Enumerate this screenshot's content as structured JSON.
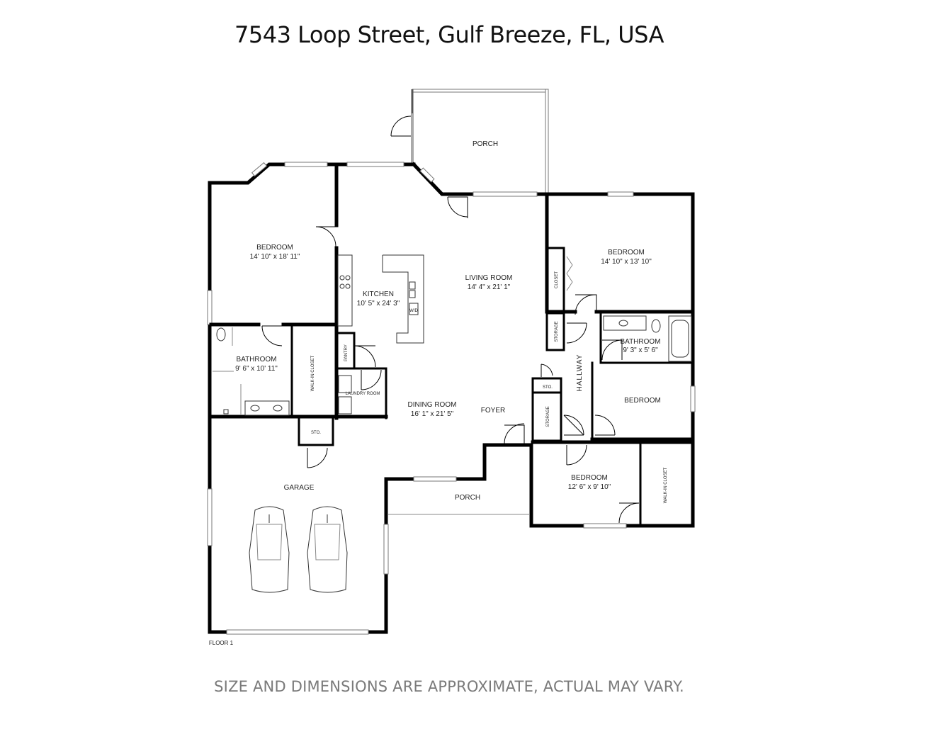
{
  "title": "7543 Loop Street, Gulf Breeze, FL, USA",
  "disclaimer": "SIZE AND DIMENSIONS ARE APPROXIMATE, ACTUAL MAY VARY.",
  "floor_label": "FLOOR 1",
  "rooms": {
    "porch_top": {
      "name": "PORCH"
    },
    "bedroom_left": {
      "name": "BEDROOM",
      "dims": "14' 10\" x 18' 11\""
    },
    "kitchen": {
      "name": "KITCHEN",
      "dims": "10' 5\" x 24' 3\""
    },
    "living_room": {
      "name": "LIVING ROOM",
      "dims": "14' 4\" x 21' 1\""
    },
    "bedroom_right_top": {
      "name": "BEDROOM",
      "dims": "14' 10\" x 13' 10\""
    },
    "closet": {
      "name": "CLOSET"
    },
    "storage_1": {
      "name": "STORAGE"
    },
    "bathroom_right": {
      "name": "BATHROOM",
      "dims": "9' 3\" x 5' 6\""
    },
    "hallway": {
      "name": "HALLWAY"
    },
    "bathroom_left": {
      "name": "BATHROOM",
      "dims": "9' 6\" x 10' 11\""
    },
    "walk_in_closet_left": {
      "name": "WALK-IN CLOSET"
    },
    "pantry": {
      "name": "PANTRY"
    },
    "laundry": {
      "name": "LAUNDRY ROOM"
    },
    "dining_room": {
      "name": "DINING ROOM",
      "dims": "16' 1\" x 21' 5\""
    },
    "foyer": {
      "name": "FOYER"
    },
    "sto_hall": {
      "name": "STO."
    },
    "storage_2": {
      "name": "STORAGE"
    },
    "bedroom_right_mid": {
      "name": "BEDROOM"
    },
    "sto_garage": {
      "name": "STO."
    },
    "garage": {
      "name": "GARAGE"
    },
    "porch_front": {
      "name": "PORCH"
    },
    "bedroom_right_bottom": {
      "name": "BEDROOM",
      "dims": "12' 6\" x 9' 10\""
    },
    "walk_in_closet_right": {
      "name": "WALK-IN CLOSET"
    }
  },
  "fixtures": {
    "washer_dryer": "W/D"
  }
}
